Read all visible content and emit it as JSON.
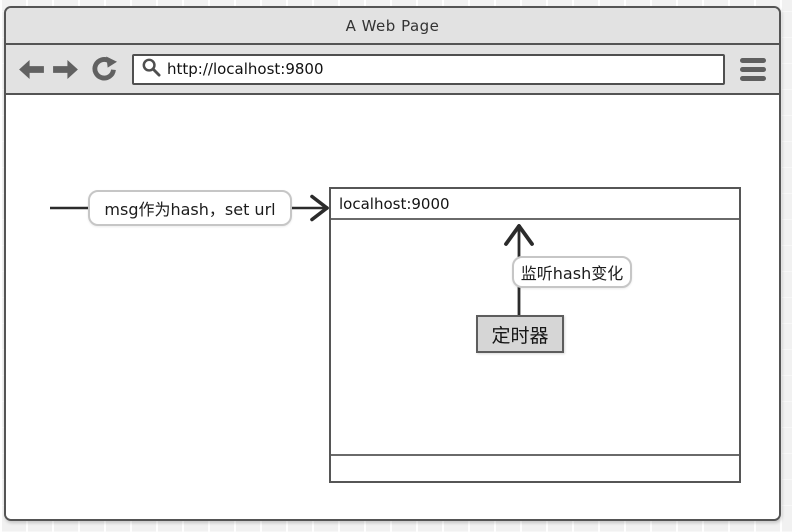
{
  "browser": {
    "title": "A Web Page",
    "url": "http://localhost:9800",
    "icons": {
      "back": "back-arrow",
      "forward": "forward-arrow",
      "refresh": "refresh-circular-arrow",
      "search": "magnifier",
      "menu": "hamburger"
    }
  },
  "diagram": {
    "msg_label": "msg作为hash，set url",
    "inner_window": {
      "url": "localhost:9000"
    },
    "listen_label": "监听hash变化",
    "timer_label": "定时器"
  },
  "colors": {
    "chrome": "#e2e2e2",
    "border_dark": "#545454",
    "icon_gray": "#616161",
    "arrow_ink": "#2b2b2b",
    "note_border": "#c6c6c6",
    "timer_fill": "#d6d6d6",
    "page_bg": "#f1f1f1"
  }
}
